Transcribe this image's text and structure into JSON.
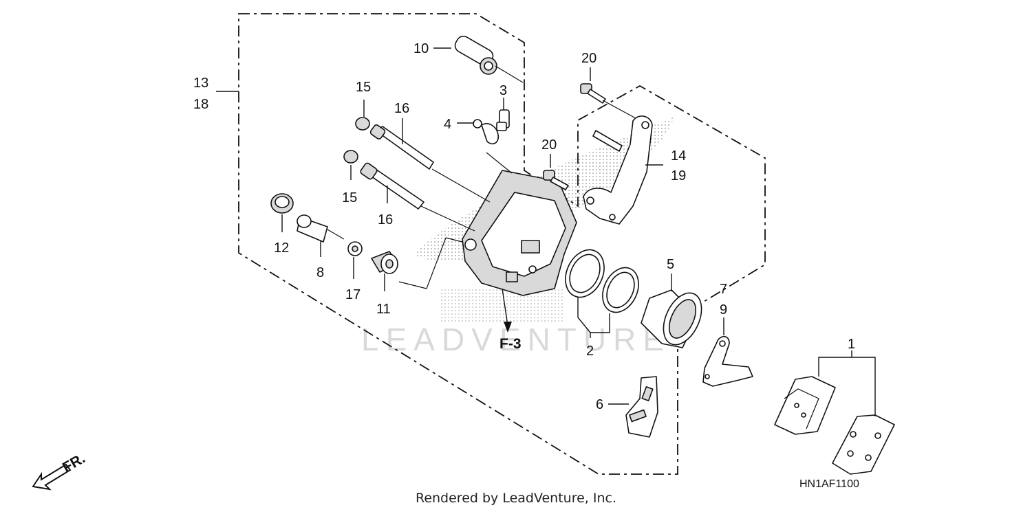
{
  "diagram": {
    "code": "HN1AF1100",
    "footer": "Rendered by LeadVenture, Inc.",
    "watermark": "LEADVENTURE",
    "reference": "F-3",
    "direction": "FR.",
    "callouts": {
      "c1": "1",
      "c2": "2",
      "c3": "3",
      "c4": "4",
      "c5": "5",
      "c6": "6",
      "c7": "7",
      "c8": "8",
      "c9": "9",
      "c10": "10",
      "c11": "11",
      "c12": "12",
      "c13": "13",
      "c14": "14",
      "c15a": "15",
      "c15b": "15",
      "c16a": "16",
      "c16b": "16",
      "c17": "17",
      "c18": "18",
      "c19": "19",
      "c20a": "20",
      "c20b": "20"
    }
  }
}
